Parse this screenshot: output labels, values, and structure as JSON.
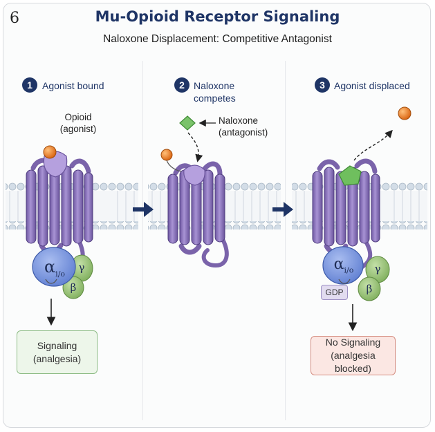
{
  "figure_number": "6",
  "title": "Mu-Opioid Receptor Signaling",
  "subtitle": "Naloxone  Displacement:  Competitive Antagonist",
  "panels": [
    {
      "step": "1",
      "label": "Agonist bound",
      "ligand_label_line1": "Opioid",
      "ligand_label_line2": "(agonist)"
    },
    {
      "step": "2",
      "label_line1": "Naloxone",
      "label_line2": "competes",
      "ligand_label_line1": "Naloxone",
      "ligand_label_line2": "(antagonist)"
    },
    {
      "step": "3",
      "label": "Agonist displaced"
    }
  ],
  "g_protein": {
    "alpha": "α",
    "alpha_sub": "i/o",
    "gamma": "γ",
    "beta": "β"
  },
  "gdp_label": "GDP",
  "outcome_1": {
    "line1": "Signaling",
    "line2": "(analgesia)"
  },
  "outcome_3": {
    "line1": "No Signaling",
    "line2": "(analgesia blocked)"
  },
  "colors": {
    "navy": "#1f3566",
    "receptor": "#8a72b8",
    "agonist": "#e77a1f",
    "naloxone": "#6fbf5e",
    "g_alpha": "#6f8fd8",
    "g_beta_gamma": "#8fbe6d",
    "membrane_head": "#cfd9e4"
  }
}
